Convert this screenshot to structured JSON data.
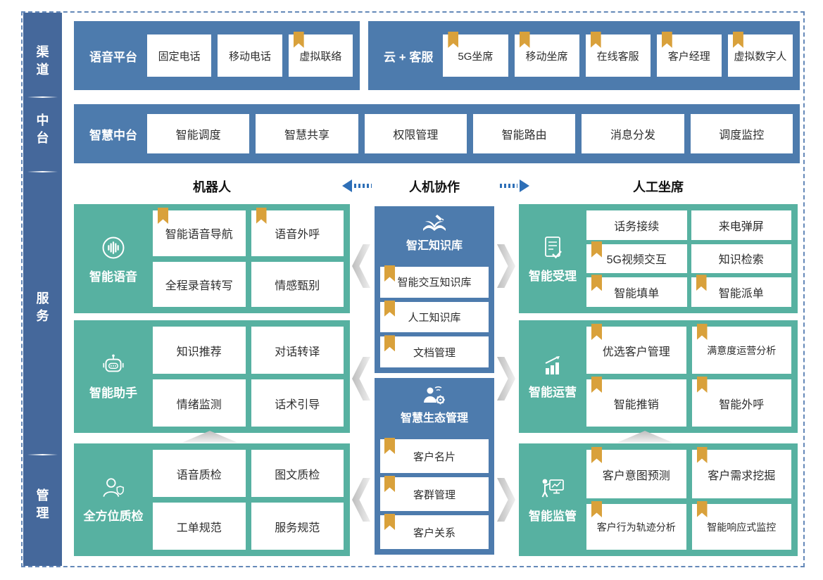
{
  "colors": {
    "teal_block": "#57B1A1",
    "band_blue": "#4D7BAD",
    "sidebar_blue": "#45689B",
    "bookmark_gold": "#D9A13B",
    "arrow_blue": "#2E6FB7",
    "dashed_border": "#6488B8"
  },
  "sidebar": {
    "items": [
      {
        "label": "渠道"
      },
      {
        "label": "中台"
      },
      {
        "label": "服务"
      },
      {
        "label": "管理"
      }
    ]
  },
  "rows": {
    "voice_platform": {
      "title": "语音平台",
      "cells": [
        {
          "label": "固定电话",
          "bookmark": false
        },
        {
          "label": "移动电话",
          "bookmark": false
        },
        {
          "label": "虚拟联络",
          "bookmark": true
        }
      ]
    },
    "cloud_service": {
      "title": "云 + 客服",
      "cells": [
        {
          "label": "5G坐席",
          "bookmark": true
        },
        {
          "label": "移动坐席",
          "bookmark": true
        },
        {
          "label": "在线客服",
          "bookmark": true
        },
        {
          "label": "客户经理",
          "bookmark": true
        },
        {
          "label": "虚拟数字人",
          "bookmark": true
        }
      ]
    },
    "smart_middle": {
      "title": "智慧中台",
      "cells": [
        {
          "label": "智能调度",
          "bookmark": false
        },
        {
          "label": "智慧共享",
          "bookmark": false
        },
        {
          "label": "权限管理",
          "bookmark": false
        },
        {
          "label": "智能路由",
          "bookmark": false
        },
        {
          "label": "消息分发",
          "bookmark": false
        },
        {
          "label": "调度监控",
          "bookmark": false
        }
      ]
    }
  },
  "collab_header": {
    "left": "机器人",
    "center": "人机协作",
    "right": "人工坐席"
  },
  "blocks": {
    "voice": {
      "title": "智能语音",
      "icon": "voice-wave-icon",
      "cells": [
        {
          "label": "智能语音导航",
          "bookmark": true
        },
        {
          "label": "语音外呼",
          "bookmark": true
        },
        {
          "label": "全程录音转写",
          "bookmark": false
        },
        {
          "label": "情感甄别",
          "bookmark": false
        }
      ]
    },
    "assistant": {
      "title": "智能助手",
      "icon": "robot-icon",
      "cells": [
        {
          "label": "知识推荐",
          "bookmark": false
        },
        {
          "label": "对话转译",
          "bookmark": false
        },
        {
          "label": "情绪监测",
          "bookmark": false
        },
        {
          "label": "话术引导",
          "bookmark": false
        }
      ]
    },
    "quality": {
      "title": "全方位质检",
      "icon": "inspector-icon",
      "cells": [
        {
          "label": "语音质检",
          "bookmark": false
        },
        {
          "label": "图文质检",
          "bookmark": false
        },
        {
          "label": "工单规范",
          "bookmark": false
        },
        {
          "label": "服务规范",
          "bookmark": false
        }
      ]
    },
    "knowledge": {
      "title": "智汇知识库",
      "icon": "book-pen-icon",
      "cells": [
        {
          "label": "智能交互知识库",
          "bookmark": true
        },
        {
          "label": "人工知识库",
          "bookmark": true
        },
        {
          "label": "文档管理",
          "bookmark": true
        }
      ]
    },
    "eco": {
      "title": "智慧生态管理",
      "icon": "person-gear-icon",
      "cells": [
        {
          "label": "客户名片",
          "bookmark": true
        },
        {
          "label": "客群管理",
          "bookmark": true
        },
        {
          "label": "客户关系",
          "bookmark": true
        }
      ]
    },
    "acceptance": {
      "title": "智能受理",
      "icon": "document-check-icon",
      "cells": [
        {
          "label": "话务接续",
          "bookmark": false
        },
        {
          "label": "来电弹屏",
          "bookmark": false
        },
        {
          "label": "5G视频交互",
          "bookmark": true
        },
        {
          "label": "知识检索",
          "bookmark": false
        },
        {
          "label": "智能填单",
          "bookmark": true
        },
        {
          "label": "智能派单",
          "bookmark": true
        }
      ]
    },
    "operation": {
      "title": "智能运营",
      "icon": "chart-up-icon",
      "cells": [
        {
          "label": "优选客户管理",
          "bookmark": true
        },
        {
          "label": "满意度运营分析",
          "bookmark": true
        },
        {
          "label": "智能推销",
          "bookmark": true
        },
        {
          "label": "智能外呼",
          "bookmark": true
        }
      ]
    },
    "supervision": {
      "title": "智能监管",
      "icon": "presenter-chart-icon",
      "cells": [
        {
          "label": "客户意图预测",
          "bookmark": true
        },
        {
          "label": "客户需求挖掘",
          "bookmark": true
        },
        {
          "label": "客户行为轨迹分析",
          "bookmark": true
        },
        {
          "label": "智能响应式监控",
          "bookmark": true
        }
      ]
    }
  }
}
